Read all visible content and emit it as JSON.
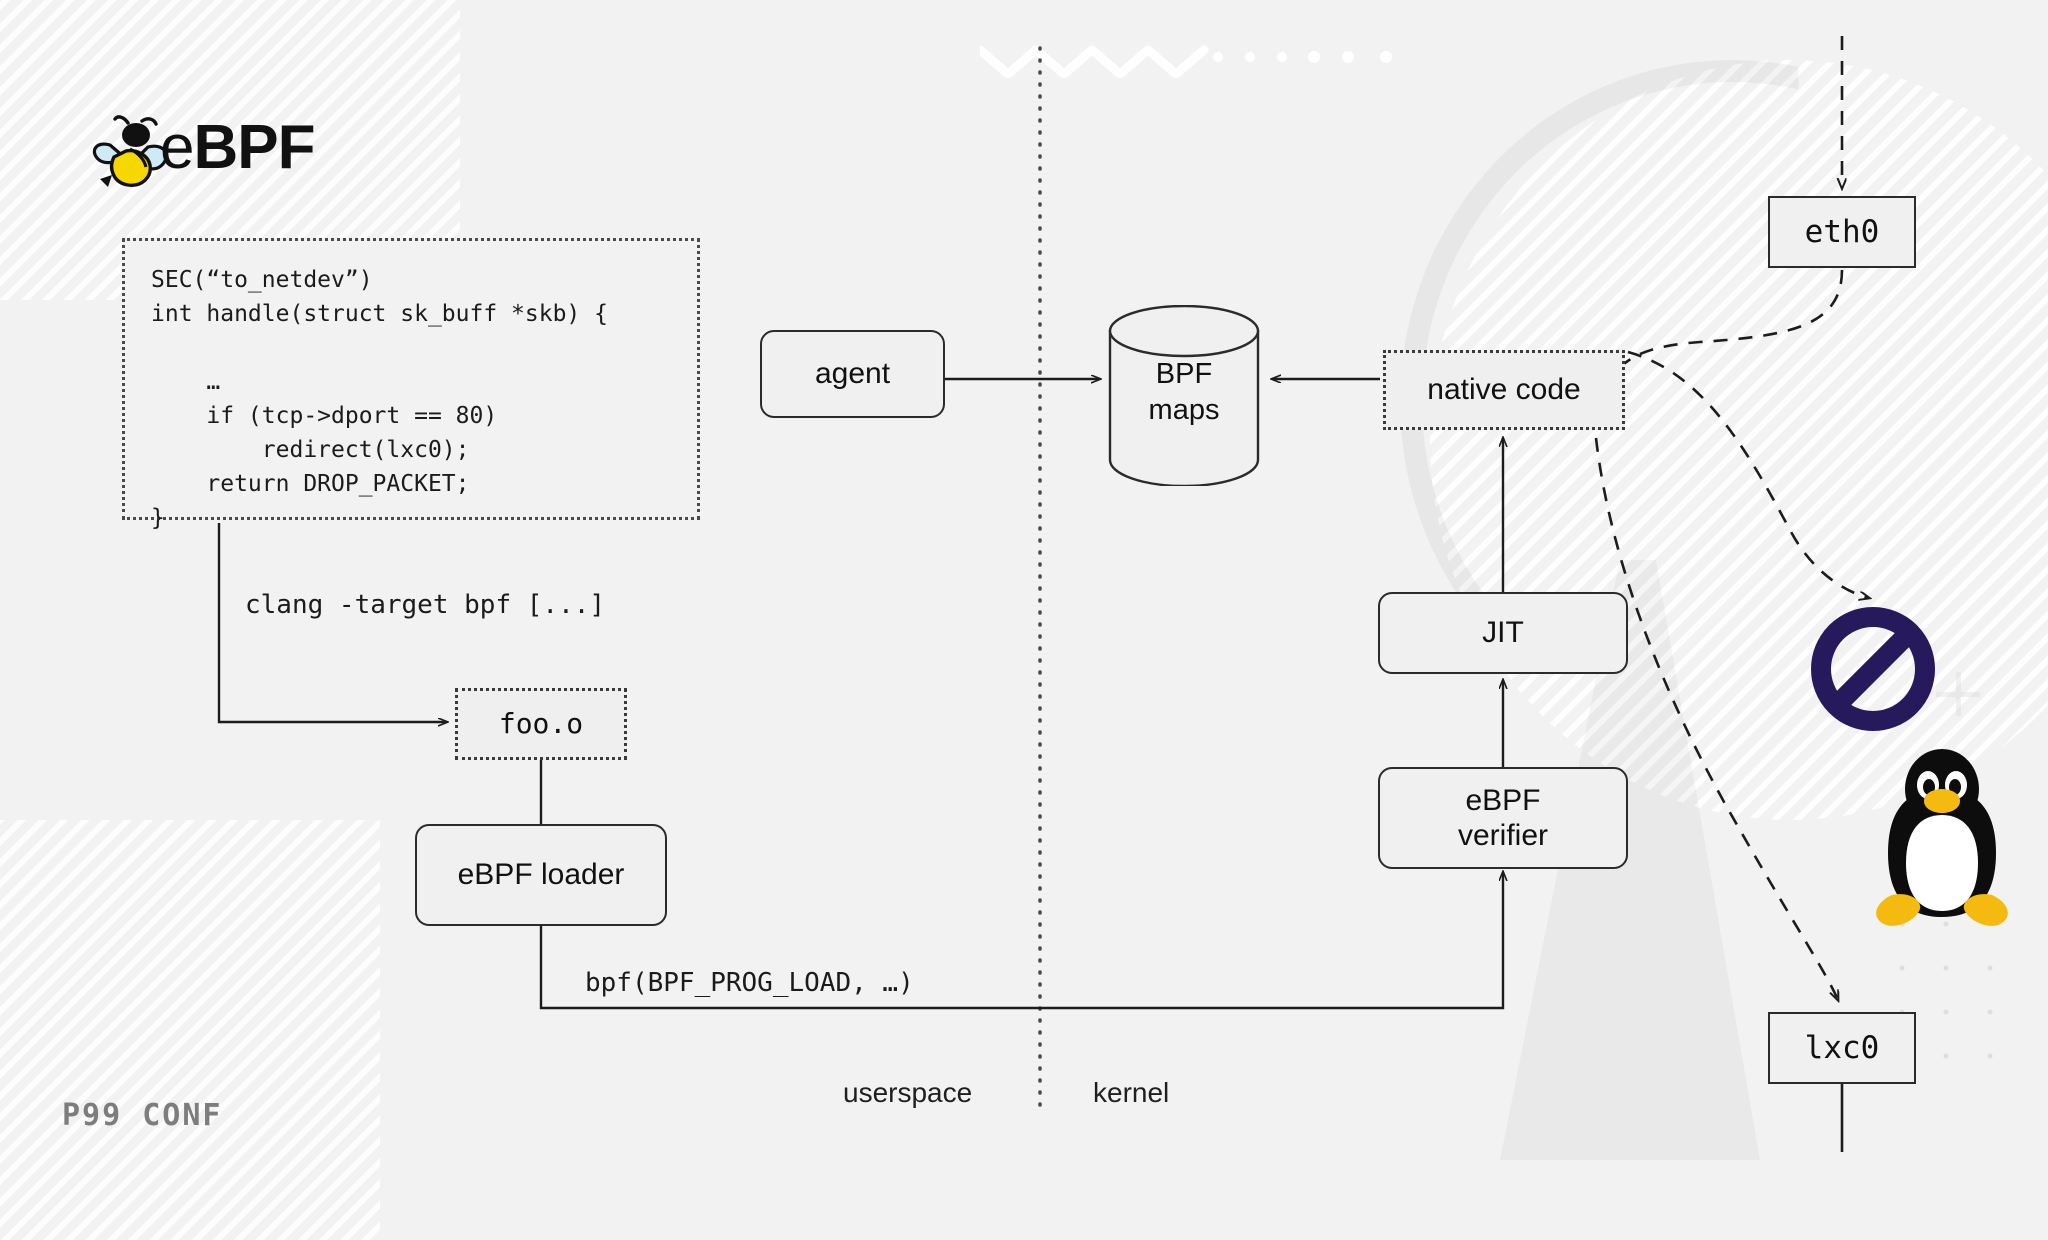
{
  "slide": {
    "background_color": "#f2f2f2",
    "footer_logo": "P99 CONF"
  },
  "brand": {
    "logo_icon": "ebpf-bee-icon",
    "logo_text_light": "e",
    "logo_text_bold": "BPF"
  },
  "code_panel": {
    "language": "c",
    "text": "SEC(“to_netdev”)\nint handle(struct sk_buff *skb) {\n\n    …\n    if (tcp->dport == 80)\n        redirect(lxc0);\n    return DROP_PACKET;\n}"
  },
  "nodes": {
    "agent": "agent",
    "foo_object": "foo.o",
    "ebpf_loader": "eBPF loader",
    "bpf_maps_line1": "BPF",
    "bpf_maps_line2": "maps",
    "native_code": "native code",
    "jit": "JIT",
    "verifier_line1": "eBPF",
    "verifier_line2": "verifier",
    "eth0": "eth0",
    "lxc0": "lxc0"
  },
  "edges": {
    "clang_command": "clang -target bpf [...]",
    "bpf_syscall": "bpf(BPF_PROG_LOAD, …)"
  },
  "boundary": {
    "left_label": "userspace",
    "right_label": "kernel",
    "divider_style": "vertical-dotted"
  },
  "icons": {
    "deny": "no-entry-icon",
    "deny_color": "#261a5c",
    "penguin": "linux-tux-icon",
    "penguin_body_color": "#0d0d0d",
    "penguin_feet_color": "#f5ba10"
  },
  "decorations": {
    "zigzag": "white-zigzag",
    "dot_grid": "dot-grid",
    "plus_mark": "plus-mark",
    "hatching": "diagonal-white-hatch"
  }
}
